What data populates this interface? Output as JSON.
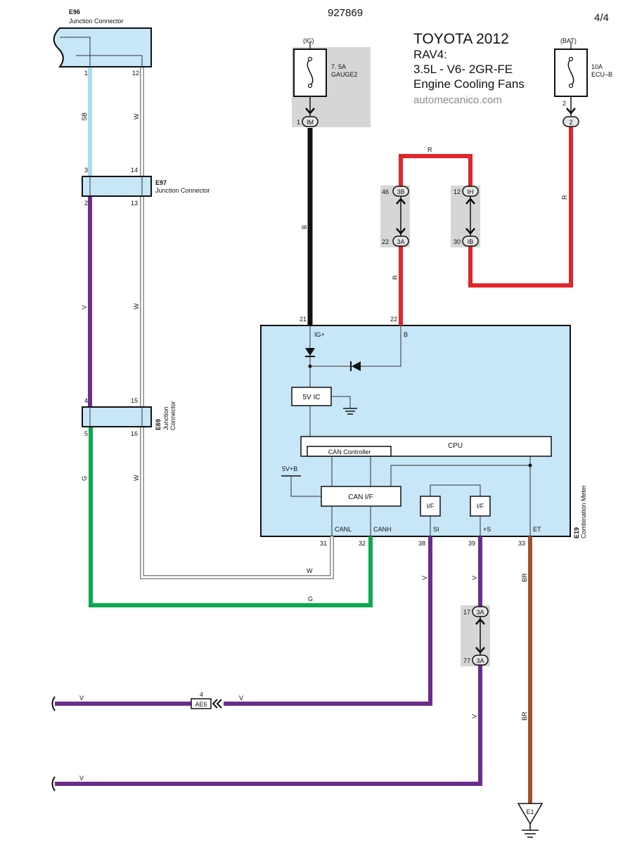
{
  "header": {
    "doc_number": "927869",
    "page": "4/4",
    "title_line1": "TOYOTA 2012",
    "title_line2": "RAV4:",
    "title_line3": "3.5L - V6- 2GR-FE",
    "title_line4": "Engine Cooling Fans",
    "site": "automecanico.com"
  },
  "colors": {
    "SB": "#a9dcf2",
    "V": "#6b2d8b",
    "G": "#0aa84f",
    "W": "#8a8a8a",
    "B": "#111111",
    "R": "#e0262b",
    "BR": "#a0522d",
    "component_fill": "#c7e6f7",
    "splice_fill": "#d6d6d6"
  },
  "connectors": {
    "e96": {
      "code": "E96",
      "name": "Junction Connector",
      "pin_a": "1",
      "pin_b": "12"
    },
    "e97": {
      "code": "E97",
      "name": "Junction Connector",
      "pin_top_a": "3",
      "pin_top_b": "14",
      "pin_bot_a": "2",
      "pin_bot_b": "13"
    },
    "e69": {
      "code": "E69",
      "name_line1": "Junction",
      "name_line2": "Connector",
      "pin_top_a": "4",
      "pin_top_b": "15",
      "pin_bot_a": "5",
      "pin_bot_b": "16"
    }
  },
  "fuses": {
    "gauge": {
      "supply": "(IG)",
      "rating": "7. 5A",
      "name": "GAUGE2",
      "pin": "1",
      "conn": "IM"
    },
    "ecu": {
      "supply": "(BAT)",
      "rating": "10A",
      "name": "ECU–B",
      "pin": "2",
      "conn": "2"
    }
  },
  "inline_connectors": {
    "c3b": {
      "pin": "46",
      "conn": "3B"
    },
    "c3a_top": {
      "pin": "22",
      "conn": "3A"
    },
    "cih": {
      "pin": "12",
      "conn": "IH"
    },
    "cib": {
      "pin": "30",
      "conn": "IB"
    },
    "c3a_17": {
      "pin": "17",
      "conn": "3A"
    },
    "c3a_77": {
      "pin": "77",
      "conn": "3A"
    },
    "ae6": {
      "pin": "4",
      "conn": "AE6"
    }
  },
  "meter": {
    "code": "E19",
    "name": "Combination Meter",
    "pin_ig": "21",
    "pin_b": "22",
    "label_ig": "IG+",
    "label_b": "B",
    "ic_5v": "5V IC",
    "cpu": "CPU",
    "can_controller": "CAN Controller",
    "can_if": "CAN I/F",
    "v5b": "5V+B",
    "if_left": "I/F",
    "if_right": "I/F",
    "terminals": [
      {
        "pin": "31",
        "label": "CANL"
      },
      {
        "pin": "32",
        "label": "CANH"
      },
      {
        "pin": "38",
        "label": "SI"
      },
      {
        "pin": "39",
        "label": "+S"
      },
      {
        "pin": "33",
        "label": "ET"
      }
    ]
  },
  "wire_labels": {
    "sb": "SB",
    "w": "W",
    "v": "V",
    "g": "G",
    "b": "B",
    "r": "R",
    "br": "BR"
  },
  "ground": {
    "code": "E1"
  }
}
